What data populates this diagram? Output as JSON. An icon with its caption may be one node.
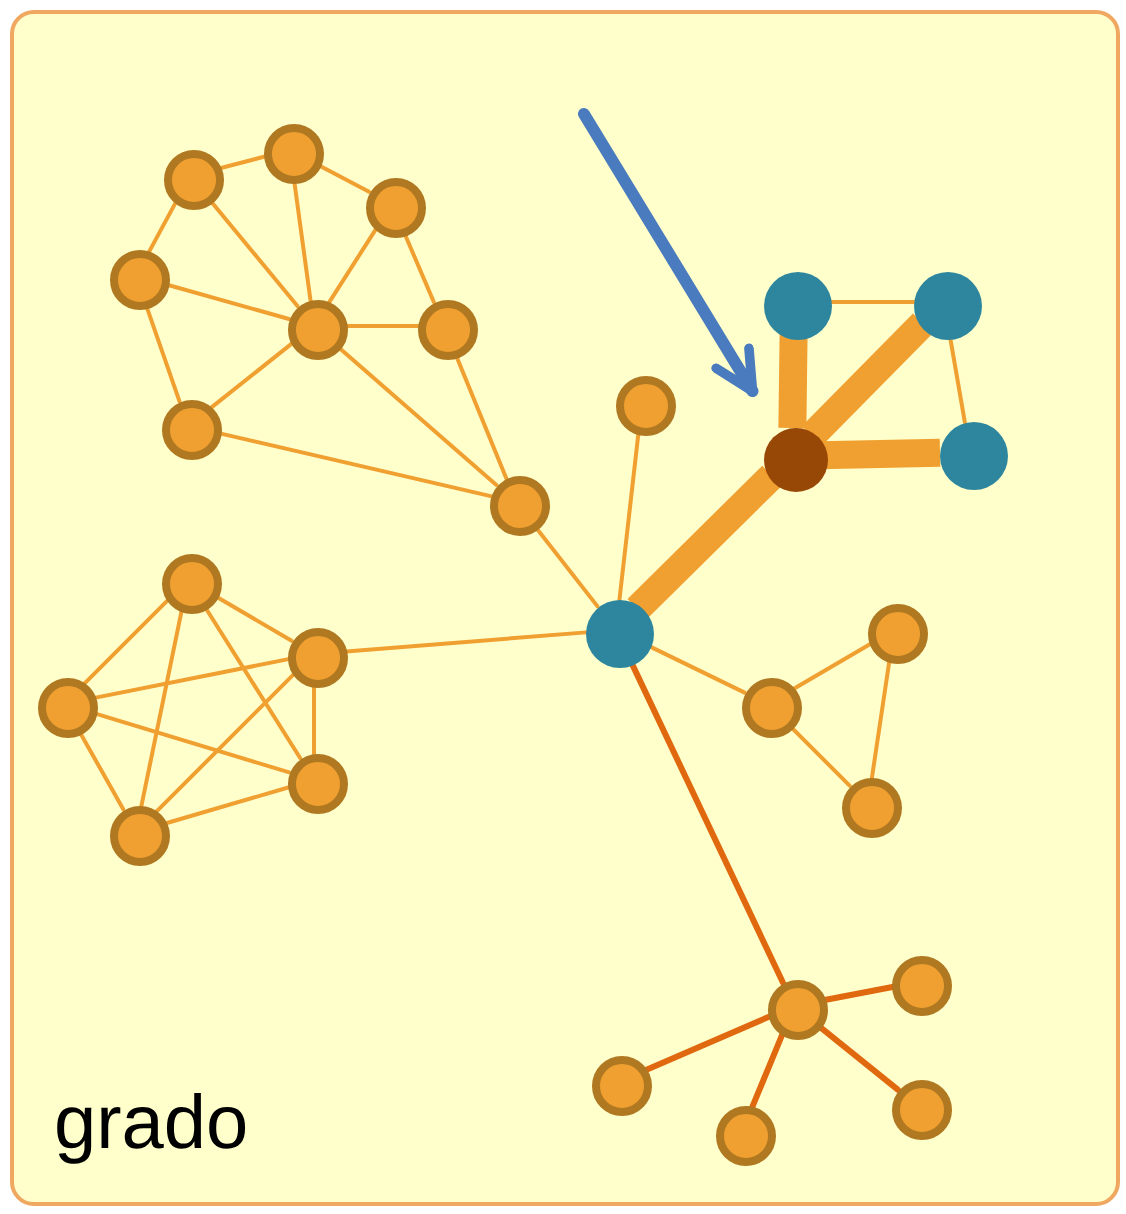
{
  "diagram": {
    "nodes": [
      {
        "text": [
          "grado"
        ]
      },
      {
        "text": [],
        "shape": "circle",
        "in": 0
      },
      {
        "text": [],
        "shape": "circle",
        "in": 0
      },
      {
        "text": [],
        "shape": "circle",
        "in": 0
      },
      {
        "text": [],
        "shape": "circle",
        "in": 0
      },
      {
        "text": [],
        "shape": "circle",
        "in": 0
      },
      {
        "text": [],
        "shape": "circle",
        "in": 0
      },
      {
        "text": [],
        "shape": "circle",
        "in": 0
      },
      {
        "text": [],
        "shape": "circle",
        "in": 0
      },
      {
        "text": [],
        "shape": "circle",
        "in": 0
      },
      {
        "text": [],
        "shape": "circle",
        "in": 0
      },
      {
        "text": [],
        "shape": "circle",
        "in": 0
      },
      {
        "text": [],
        "shape": "circle",
        "in": 0
      },
      {
        "text": [],
        "shape": "circle",
        "in": 0
      },
      {
        "text": [],
        "shape": "circle",
        "in": 0
      },
      {
        "text": [],
        "shape": "circle",
        "in": 0
      },
      {
        "text": [],
        "shape": "circle",
        "in": 0
      },
      {
        "text": [],
        "shape": "circle",
        "in": 0
      },
      {
        "text": [],
        "shape": "circle",
        "in": 0
      },
      {
        "text": [],
        "shape": "circle",
        "in": 0
      },
      {
        "text": [],
        "shape": "circle",
        "in": 0
      },
      {
        "text": [],
        "shape": "circle",
        "in": 0
      },
      {
        "text": [],
        "shape": "circle",
        "in": 0
      },
      {
        "text": [],
        "shape": "circle",
        "in": 0
      },
      {
        "text": [],
        "shape": "circle",
        "in": 0
      },
      {
        "text": [],
        "shape": "circle",
        "in": 0
      },
      {
        "text": [],
        "shape": "circle",
        "in": 0
      },
      {
        "text": [],
        "shape": "circle",
        "in": 0
      }
    ],
    "edges": [
      {
        "from": 2,
        "to": 1,
        "arrow": "none"
      },
      {
        "from": 1,
        "to": 3,
        "arrow": "none"
      },
      {
        "from": 2,
        "to": 4,
        "arrow": "none"
      },
      {
        "from": 2,
        "to": 7,
        "arrow": "none"
      },
      {
        "from": 1,
        "to": 7,
        "arrow": "none"
      },
      {
        "from": 3,
        "to": 7,
        "arrow": "none"
      },
      {
        "from": 3,
        "to": 8,
        "arrow": "none"
      },
      {
        "from": 4,
        "to": 7,
        "arrow": "none"
      },
      {
        "from": 4,
        "to": 10,
        "arrow": "none"
      },
      {
        "from": 7,
        "to": 8,
        "arrow": "none"
      },
      {
        "from": 7,
        "to": 10,
        "arrow": "none"
      },
      {
        "from": 7,
        "to": 13,
        "arrow": "none"
      },
      {
        "from": 10,
        "to": 13,
        "arrow": "none"
      },
      {
        "from": 8,
        "to": 13,
        "arrow": "none"
      },
      {
        "from": 13,
        "to": 15,
        "arrow": "none"
      },
      {
        "from": 14,
        "to": 18,
        "arrow": "none"
      },
      {
        "from": 14,
        "to": 17,
        "arrow": "none"
      },
      {
        "from": 14,
        "to": 22,
        "arrow": "none"
      },
      {
        "from": 14,
        "to": 20,
        "arrow": "none"
      },
      {
        "from": 17,
        "to": 18,
        "arrow": "none"
      },
      {
        "from": 17,
        "to": 22,
        "arrow": "none"
      },
      {
        "from": 17,
        "to": 20,
        "arrow": "none"
      },
      {
        "from": 18,
        "to": 20,
        "arrow": "none"
      },
      {
        "from": 18,
        "to": 22,
        "arrow": "none"
      },
      {
        "from": 22,
        "to": 20,
        "arrow": "none"
      },
      {
        "from": 17,
        "to": 15,
        "arrow": "none"
      },
      {
        "from": 9,
        "to": 15,
        "arrow": "none"
      },
      {
        "from": 15,
        "to": 12,
        "arrow": "none",
        "style": "thick"
      },
      {
        "from": 12,
        "to": 5,
        "arrow": "none",
        "style": "thick"
      },
      {
        "from": 12,
        "to": 6,
        "arrow": "none",
        "style": "thick"
      },
      {
        "from": 12,
        "to": 11,
        "arrow": "none",
        "style": "thick"
      },
      {
        "from": 5,
        "to": 6,
        "arrow": "none"
      },
      {
        "from": 6,
        "to": 11,
        "arrow": "none"
      },
      {
        "from": 15,
        "to": 19,
        "arrow": "none"
      },
      {
        "from": 19,
        "to": 16,
        "arrow": "none"
      },
      {
        "from": 16,
        "to": 21,
        "arrow": "none"
      },
      {
        "from": 19,
        "to": 21,
        "arrow": "none"
      },
      {
        "from": 15,
        "to": 24,
        "arrow": "none",
        "color": "#e0690f"
      },
      {
        "from": 24,
        "to": 23,
        "arrow": "none",
        "color": "#e0690f"
      },
      {
        "from": 24,
        "to": 25,
        "arrow": "none",
        "color": "#e0690f"
      },
      {
        "from": 24,
        "to": 27,
        "arrow": "none",
        "color": "#e0690f"
      },
      {
        "from": 24,
        "to": 26,
        "arrow": "none",
        "color": "#e0690f"
      },
      {
        "from": null,
        "to": 12,
        "arrow": "to",
        "style": "thick",
        "color": "#4a7bbf"
      }
    ]
  }
}
